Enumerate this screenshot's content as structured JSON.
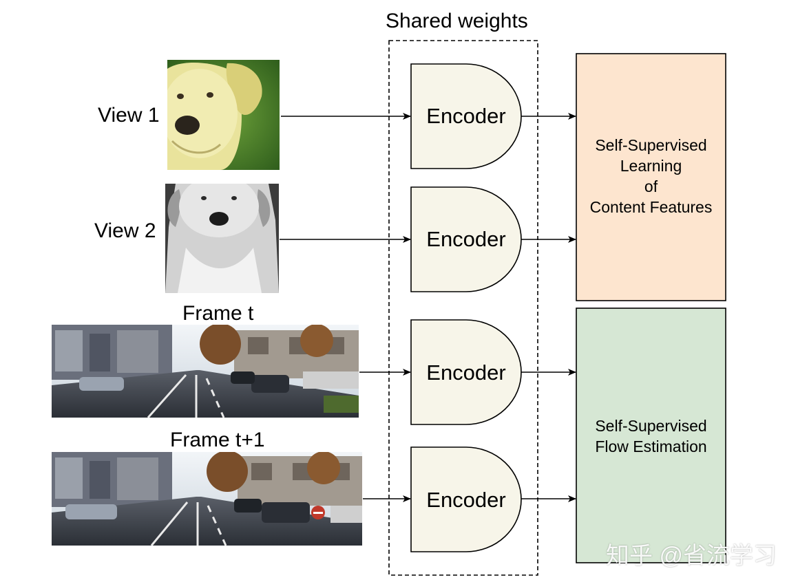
{
  "title": "Shared weights",
  "inputs": {
    "view1": "View 1",
    "view2": "View 2",
    "frame_t": "Frame t",
    "frame_t1": "Frame t+1"
  },
  "encoder_label": "Encoder",
  "outputs": {
    "content": [
      "Self-Supervised",
      "Learning",
      "of",
      "Content Features"
    ],
    "flow": [
      "Self-Supervised",
      "Flow Estimation"
    ]
  },
  "watermark": "知乎 @省流学习",
  "colors": {
    "encoder_fill": "#f7f5e9",
    "content_fill": "#fde5cf",
    "flow_fill": "#d6e7d4",
    "dog_bg": "#4f8a2a",
    "dog_fur": "#efe9a6",
    "street_sky": "#dfe6ee"
  }
}
